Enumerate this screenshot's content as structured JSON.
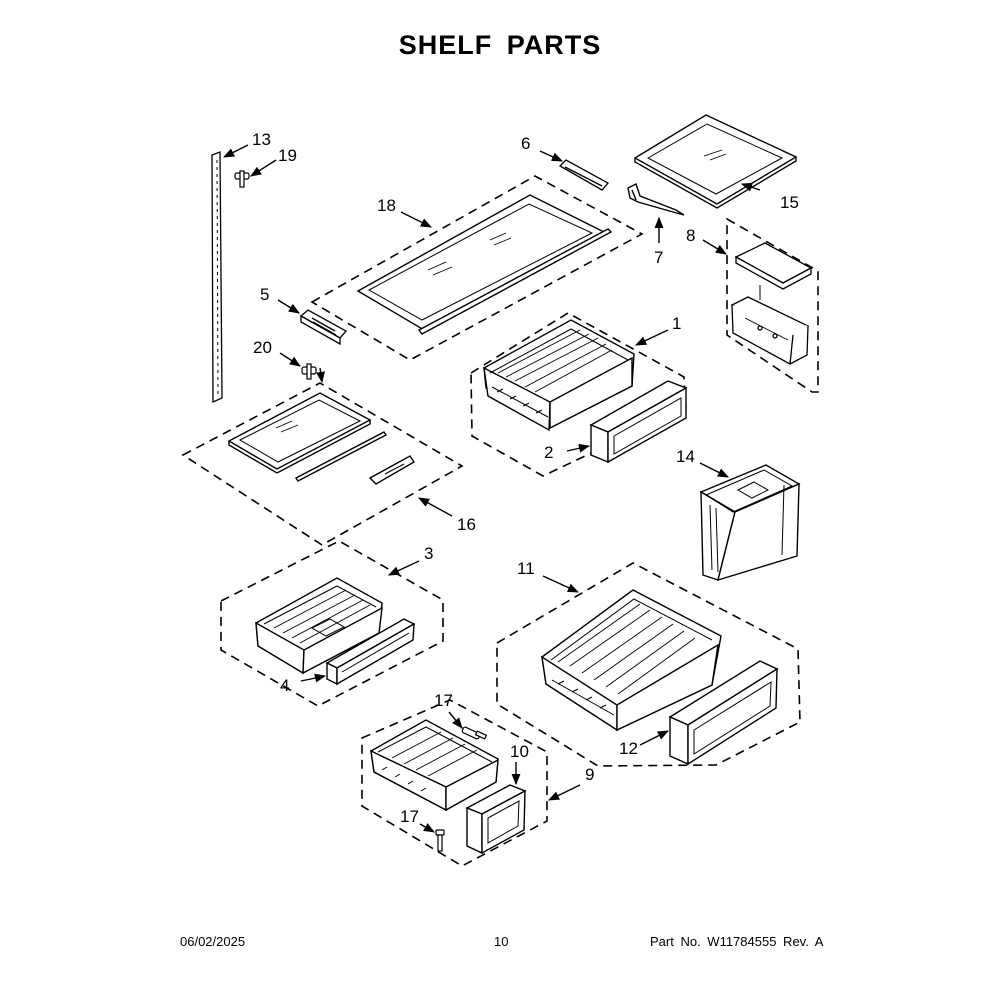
{
  "title": "SHELF PARTS",
  "callouts": {
    "c1": "1",
    "c2": "2",
    "c3": "3",
    "c4": "4",
    "c5": "5",
    "c6": "6",
    "c7": "7",
    "c8": "8",
    "c9": "9",
    "c10": "10",
    "c11": "11",
    "c12": "12",
    "c13": "13",
    "c14": "14",
    "c15": "15",
    "c16": "16",
    "c17a": "17",
    "c17b": "17",
    "c18": "18",
    "c19": "19",
    "c20": "20"
  },
  "footer": {
    "date": "06/02/2025",
    "page": "10",
    "part_number": "Part No.  W11784555  Rev.  A"
  }
}
